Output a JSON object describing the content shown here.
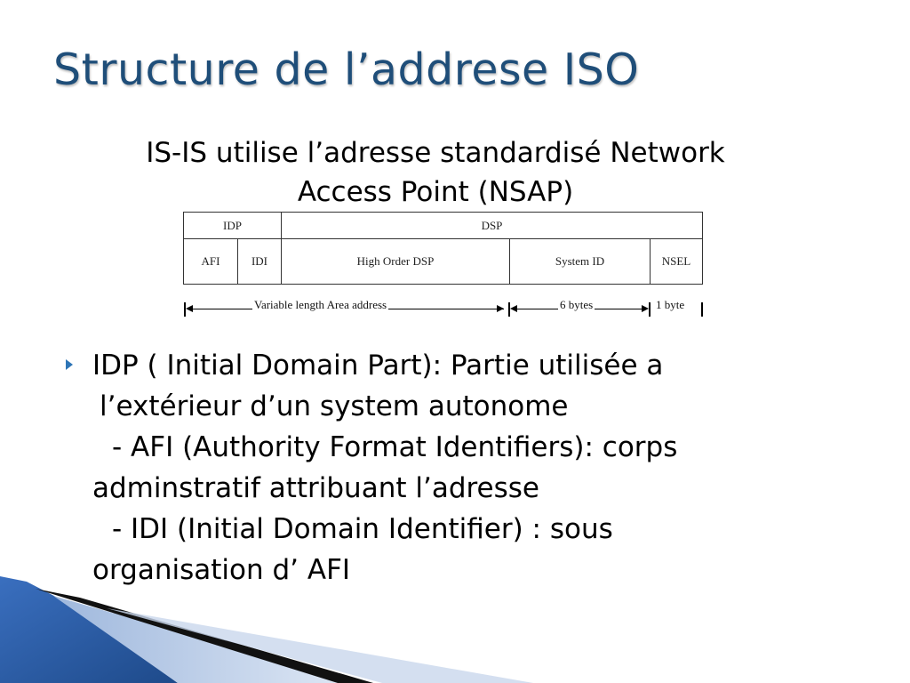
{
  "title": "Structure de l’addrese ISO",
  "subtitle": {
    "line1": "IS-IS utilise l’adresse standardisé  Network",
    "line2": "Access Point (NSAP)"
  },
  "diagram": {
    "header": {
      "idp": "IDP",
      "dsp": "DSP"
    },
    "fields": {
      "afi": "AFI",
      "idi": "IDI",
      "high_order_dsp": "High Order DSP",
      "system_id": "System ID",
      "nsel": "NSEL"
    },
    "lengths": {
      "area": "Variable length Area address",
      "system_id": "6 bytes",
      "nsel": "1 byte"
    }
  },
  "bullets": {
    "idp_line1": "IDP ( Initial Domain Part): Partie utilisée a",
    "idp_line2": "l’extérieur d’un system autonome",
    "afi_line1": "-  AFI (Authority Format Identifiers): corps",
    "afi_line2": "adminstratif attribuant l’adresse",
    "idi_line1": "-  IDI (Initial Domain Identifier) : sous",
    "idi_line2": "organisation d’ AFI"
  },
  "colors": {
    "title": "#1f4e79",
    "bullet": "#2e75b6",
    "deco_blue": "#2e5fa8",
    "deco_black": "#111111"
  }
}
